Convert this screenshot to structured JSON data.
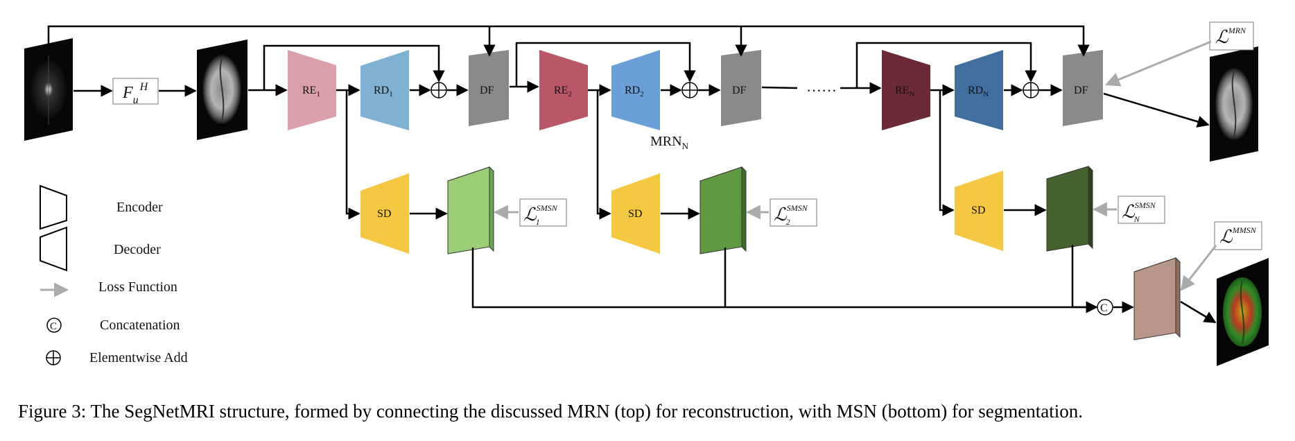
{
  "blocks": {
    "re1": {
      "label": "RE",
      "sub": "1"
    },
    "rd1": {
      "label": "RD",
      "sub": "1"
    },
    "re2": {
      "label": "RE",
      "sub": "2"
    },
    "rd2": {
      "label": "RD",
      "sub": "2"
    },
    "ren": {
      "label": "RE",
      "sub": "N"
    },
    "rdn": {
      "label": "RD",
      "sub": "N"
    },
    "df": "DF",
    "sd": "SD"
  },
  "transform": {
    "main": "F",
    "sub": "u",
    "sup": "H"
  },
  "mrn_label": {
    "main": "MRN",
    "sub": "N"
  },
  "ellipsis": "……",
  "losses": {
    "mrn": {
      "sym": "ℒ",
      "sup": "MRN",
      "sub": ""
    },
    "smsn1": {
      "sym": "ℒ",
      "sup": "SMSN",
      "sub": "1"
    },
    "smsn2": {
      "sym": "ℒ",
      "sup": "SMSN",
      "sub": "2"
    },
    "smsnN": {
      "sym": "ℒ",
      "sup": "SMSN",
      "sub": "N"
    },
    "mmsn": {
      "sym": "ℒ",
      "sup": "MMSN",
      "sub": ""
    }
  },
  "symbols": {
    "concat": "C",
    "add": "+"
  },
  "legend": {
    "encoder": "Encoder",
    "decoder": "Decoder",
    "loss": "Loss Function",
    "concat": "Concatenation",
    "add": "Elementwise Add"
  },
  "caption": "Figure 3: The SegNetMRI structure, formed by connecting the discussed MRN (top) for reconstruction, with MSN (bottom) for segmentation.",
  "colors": {
    "re1": "#dba0aa",
    "rd1": "#7eb1d2",
    "re2": "#b95768",
    "rd2": "#6b9fd8",
    "ren": "#6b2a35",
    "rdn": "#406e9e",
    "df": "#8a8a8a",
    "sd": "#f5c842",
    "map1": "#9ccf75",
    "map2": "#5f9a42",
    "mapN": "#44632f",
    "mapM": "#b8968a",
    "loss_arrow": "#aaaaaa",
    "line": "#000000"
  }
}
